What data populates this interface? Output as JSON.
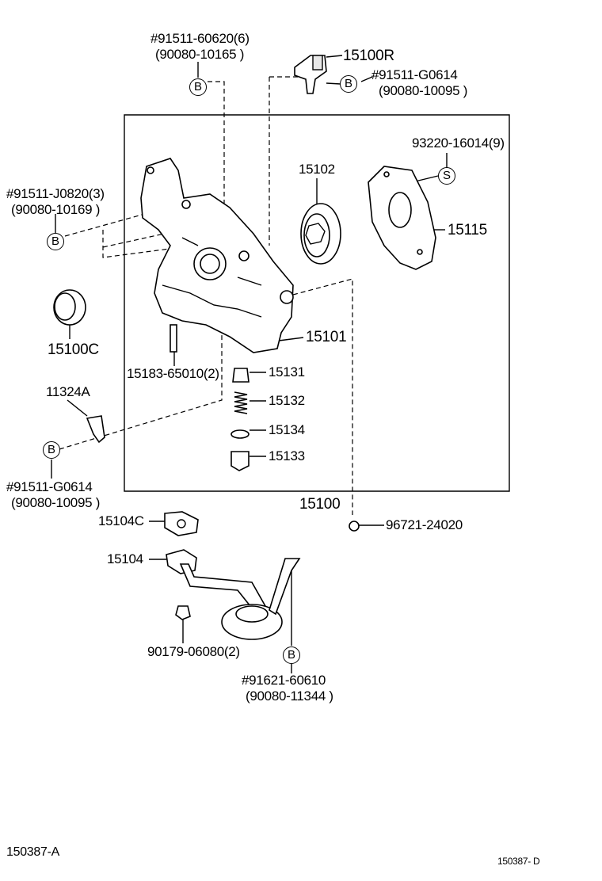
{
  "callouts": {
    "c1_part": "#91511-60620(6)",
    "c1_alt": "(90080-10165  )",
    "c1_ref": "B",
    "sensor_part": "15100R",
    "c2_part": "#91511-G0614",
    "c2_alt": "(90080-10095  )",
    "c2_ref": "B",
    "c3_part": "93220-16014(9)",
    "c3_ref": "S",
    "c4_part": "#91511-J0820(3)",
    "c4_alt": "(90080-10169  )",
    "c4_ref": "B",
    "rotor_part": "15102",
    "cover_part": "15115",
    "seal_part": "15100C",
    "body_part": "15101",
    "stud_part": "15183-65010(2)",
    "valve_part": "15131",
    "spring_part": "15132",
    "gasket_part": "15134",
    "plug_part": "15133",
    "bracket_part": "11324A",
    "c5_ref": "B",
    "c5_part": "#91511-G0614",
    "c5_alt": "(90080-10095  )",
    "assembly_part": "15100",
    "oring_part": "96721-24020",
    "strainer_gasket_part": "15104C",
    "strainer_part": "15104",
    "nut_part": "90179-06080(2)",
    "c6_ref": "B",
    "c6_part": "#91621-60610",
    "c6_alt": "(90080-11344  )"
  },
  "footer": {
    "figure_id": "150387-A",
    "figure_id_small": "150387- D"
  },
  "icons": {
    "callout_circle": "circle-letter-icon"
  }
}
